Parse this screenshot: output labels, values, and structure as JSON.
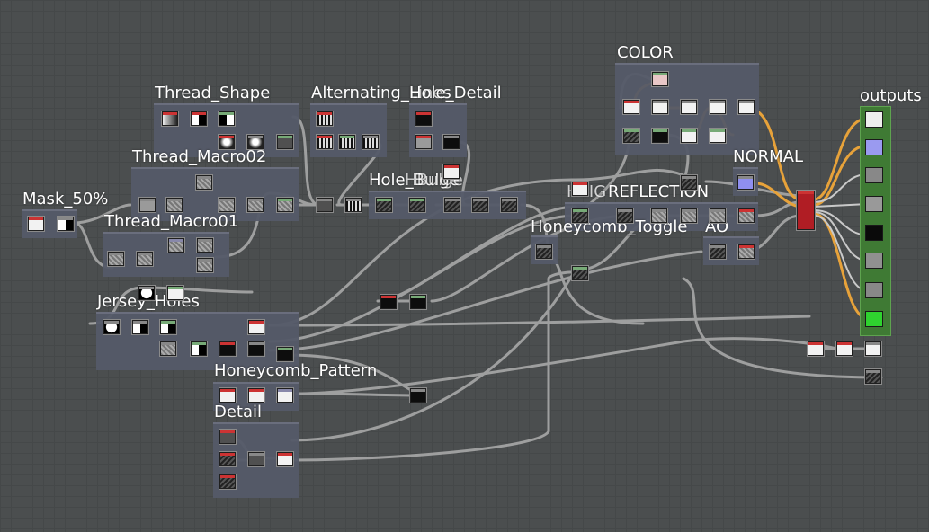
{
  "frames": {
    "color": "COLOR",
    "thread_shape": "Thread_Shape",
    "alternating_lines": "Alternating_Lines",
    "hole_detail": "Hole_Detail",
    "thread_macro02": "Thread_Macro02",
    "normal": "NORMAL",
    "outputs": "outputs",
    "mask_50": "Mask_50%",
    "hole_bulge": "Hole_Bulge",
    "hb_ulge": "HBulge",
    "reflection": "REFLECTION",
    "height_overlap": "HEIG",
    "thread_macro01": "Thread_Macro01",
    "honeycomb_toggle": "Honeycomb_Toggle",
    "ao": "AO",
    "jersey_holes": "Jersey_Holes",
    "honeycomb_pattern": "Honeycomb_Pattern",
    "detail": "Detail"
  },
  "colors": {
    "background": "#4b4e4f",
    "frame": "#555a69",
    "outputs_frame": "#3f7a34",
    "wire": "#a8a8a8",
    "wire_highlight": "#e7a23a",
    "selected_node": "#b01d24"
  }
}
